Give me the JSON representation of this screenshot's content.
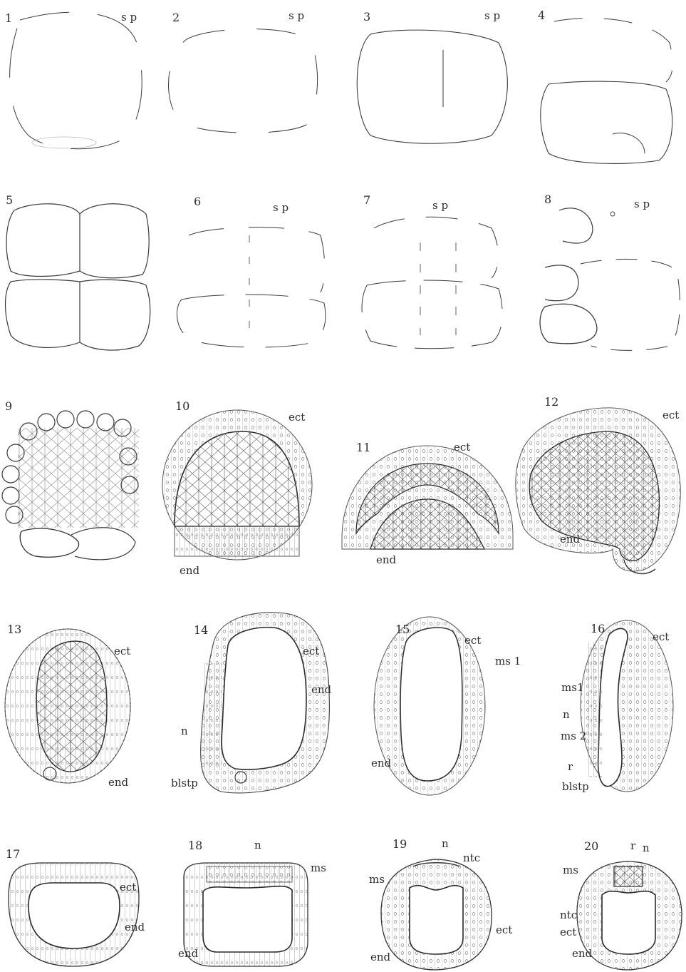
{
  "plate": {
    "colors": {
      "ink": "#3a3a3a",
      "paper": "#ffffff",
      "nucleus": "#8a8a8a"
    },
    "figures": [
      {
        "number": "1",
        "labels": [
          "s p"
        ]
      },
      {
        "number": "2",
        "labels": [
          "s p"
        ]
      },
      {
        "number": "3",
        "labels": [
          "s p"
        ]
      },
      {
        "number": "4",
        "labels": []
      },
      {
        "number": "5",
        "labels": []
      },
      {
        "number": "6",
        "labels": [
          "s p"
        ]
      },
      {
        "number": "7",
        "labels": [
          "s p"
        ]
      },
      {
        "number": "8",
        "labels": [
          "s p"
        ]
      },
      {
        "number": "9",
        "labels": []
      },
      {
        "number": "10",
        "labels": [
          "ect",
          "end"
        ]
      },
      {
        "number": "11",
        "labels": [
          "ect",
          "end"
        ]
      },
      {
        "number": "12",
        "labels": [
          "ect",
          "end"
        ]
      },
      {
        "number": "13",
        "labels": [
          "ect",
          "end"
        ]
      },
      {
        "number": "14",
        "labels": [
          "ect",
          "end",
          "n",
          "blstp"
        ]
      },
      {
        "number": "15",
        "labels": [
          "ect",
          "ms 1",
          "end"
        ]
      },
      {
        "number": "16",
        "labels": [
          "ect",
          "ms1",
          "n",
          "ms 2",
          "r",
          "blstp"
        ]
      },
      {
        "number": "17",
        "labels": [
          "ect",
          "end"
        ]
      },
      {
        "number": "18",
        "labels": [
          "n",
          "ms",
          "end"
        ]
      },
      {
        "number": "19",
        "labels": [
          "n",
          "ntc",
          "ms",
          "ect",
          "end"
        ]
      },
      {
        "number": "20",
        "labels": [
          "r",
          "n",
          "ms",
          "ntc",
          "ect",
          "end"
        ]
      }
    ]
  }
}
